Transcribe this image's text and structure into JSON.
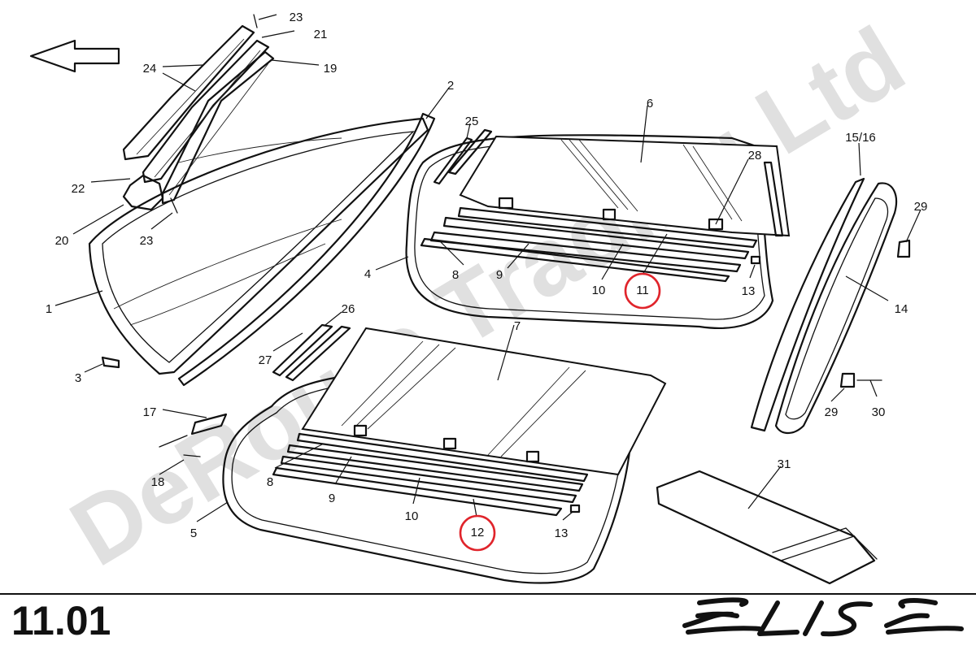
{
  "watermark": "DeRoure Trading Ltd",
  "page_number": "11.01",
  "logo_text": "ELISE",
  "highlight_color": "#e0242b",
  "highlighted_callouts": [
    "11",
    "12"
  ],
  "callouts": [
    {
      "id": "c23a",
      "label": "23"
    },
    {
      "id": "c21",
      "label": "21"
    },
    {
      "id": "c24",
      "label": "24"
    },
    {
      "id": "c19",
      "label": "19"
    },
    {
      "id": "c2",
      "label": "2"
    },
    {
      "id": "c25",
      "label": "25"
    },
    {
      "id": "c6",
      "label": "6"
    },
    {
      "id": "c22",
      "label": "22"
    },
    {
      "id": "c20",
      "label": "20"
    },
    {
      "id": "c23b",
      "label": "23"
    },
    {
      "id": "c28",
      "label": "28"
    },
    {
      "id": "c1516",
      "label": "15/16"
    },
    {
      "id": "c29a",
      "label": "29"
    },
    {
      "id": "c4",
      "label": "4"
    },
    {
      "id": "c8a",
      "label": "8"
    },
    {
      "id": "c9a",
      "label": "9"
    },
    {
      "id": "c10a",
      "label": "10"
    },
    {
      "id": "c11",
      "label": "11"
    },
    {
      "id": "c13a",
      "label": "13"
    },
    {
      "id": "c14",
      "label": "14"
    },
    {
      "id": "c1",
      "label": "1"
    },
    {
      "id": "c26",
      "label": "26"
    },
    {
      "id": "c7",
      "label": "7"
    },
    {
      "id": "c27",
      "label": "27"
    },
    {
      "id": "c3",
      "label": "3"
    },
    {
      "id": "c29b",
      "label": "29"
    },
    {
      "id": "c30",
      "label": "30"
    },
    {
      "id": "c17",
      "label": "17"
    },
    {
      "id": "c31",
      "label": "31"
    },
    {
      "id": "c18",
      "label": "18"
    },
    {
      "id": "c8b",
      "label": "8"
    },
    {
      "id": "c9b",
      "label": "9"
    },
    {
      "id": "c10b",
      "label": "10"
    },
    {
      "id": "c12",
      "label": "12"
    },
    {
      "id": "c13b",
      "label": "13"
    },
    {
      "id": "c5",
      "label": "5"
    }
  ]
}
